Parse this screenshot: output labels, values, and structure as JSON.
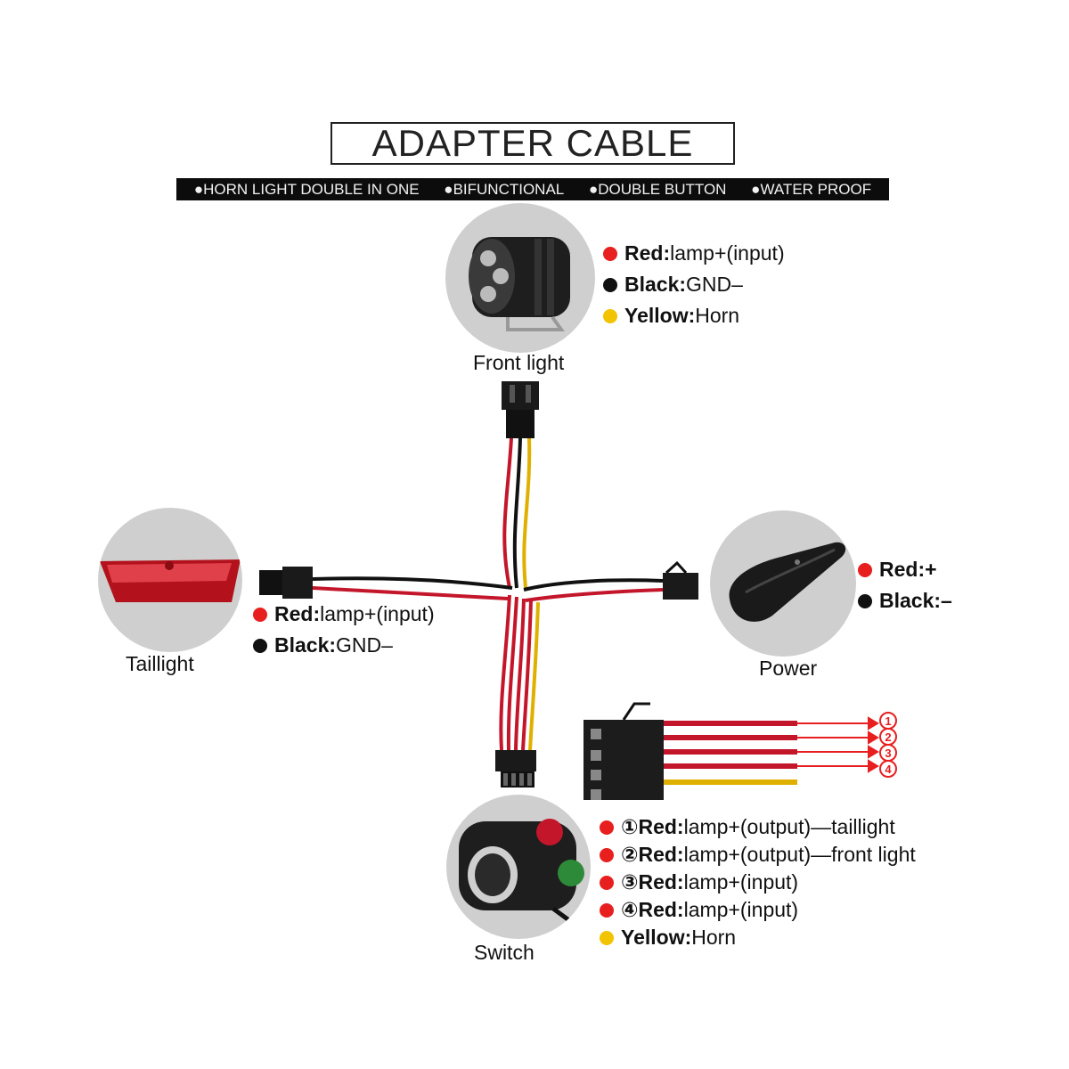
{
  "title": "ADAPTER CABLE",
  "features": [
    "●HORN LIGHT DOUBLE IN ONE",
    "●BIFUNCTIONAL",
    "●DOUBLE BUTTON",
    "●WATER PROOF"
  ],
  "colors": {
    "red": "#e81f1f",
    "black": "#111111",
    "yellow": "#f2c300",
    "wire_red": "#c4162b",
    "wire_yellow": "#e0b000"
  },
  "front_light": {
    "label": "Front light",
    "legend": [
      {
        "color": "red",
        "key": "Red:",
        "value": "lamp+(input)"
      },
      {
        "color": "black",
        "key": "Black:",
        "value": "GND–"
      },
      {
        "color": "yellow",
        "key": "Yellow:",
        "value": "Horn"
      }
    ]
  },
  "taillight": {
    "label": "Taillight",
    "legend": [
      {
        "color": "red",
        "key": "Red:",
        "value": "lamp+(input)"
      },
      {
        "color": "black",
        "key": "Black:",
        "value": "GND–"
      }
    ]
  },
  "power": {
    "label": "Power",
    "legend": [
      {
        "color": "red",
        "key": "Red:",
        "value": "+"
      },
      {
        "color": "black",
        "key": "Black:",
        "value": "–"
      }
    ]
  },
  "switch": {
    "label": "Switch",
    "legend": [
      {
        "color": "red",
        "key": "①Red:",
        "value": "lamp+(output)—taillight"
      },
      {
        "color": "red",
        "key": "②Red:",
        "value": "lamp+(output)—front light"
      },
      {
        "color": "red",
        "key": "③Red:",
        "value": "lamp+(input)"
      },
      {
        "color": "red",
        "key": "④Red:",
        "value": "lamp+(input)"
      },
      {
        "color": "yellow",
        "key": "Yellow:",
        "value": "Horn"
      }
    ]
  },
  "connector_numbers": [
    "1",
    "2",
    "3",
    "4"
  ]
}
